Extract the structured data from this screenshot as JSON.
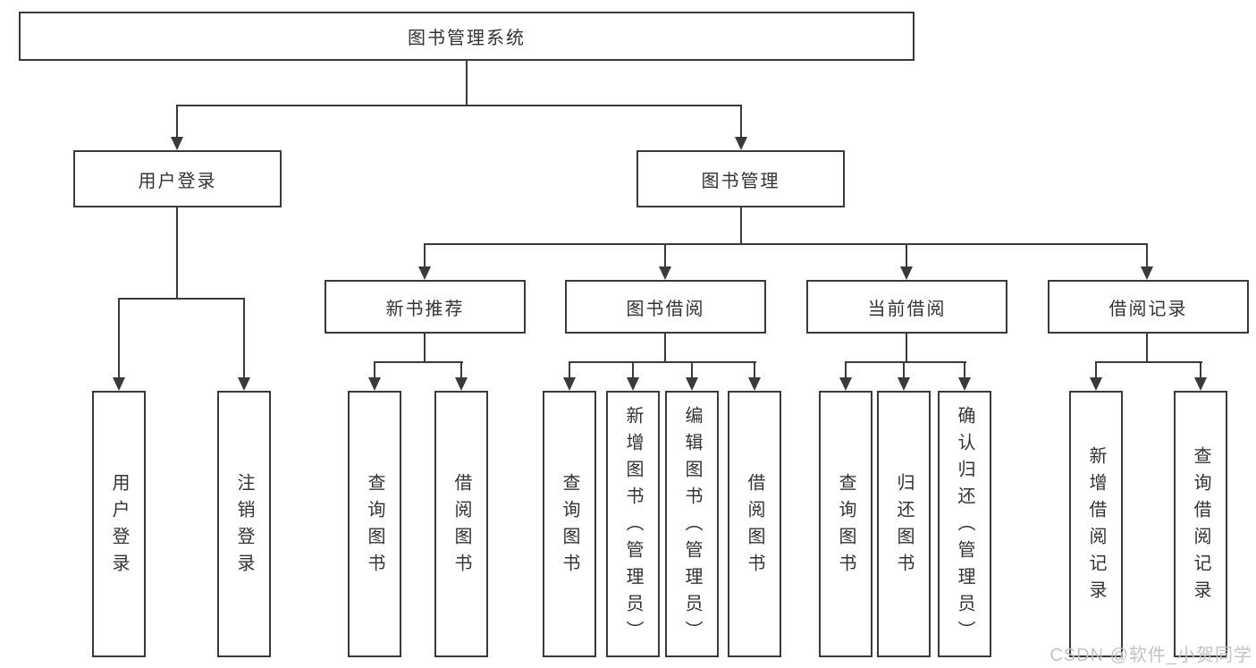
{
  "tree": {
    "label": "图书管理系统",
    "children": [
      {
        "label": "用户登录",
        "children": [
          {
            "label": "用户登录"
          },
          {
            "label": "注销登录"
          }
        ]
      },
      {
        "label": "图书管理",
        "children": [
          {
            "label": "新书推荐",
            "children": [
              {
                "label": "查询图书"
              },
              {
                "label": "借阅图书"
              }
            ]
          },
          {
            "label": "图书借阅",
            "children": [
              {
                "label": "查询图书"
              },
              {
                "label": "新增图书（管理员）"
              },
              {
                "label": "编辑图书（管理员）"
              },
              {
                "label": "借阅图书"
              }
            ]
          },
          {
            "label": "当前借阅",
            "children": [
              {
                "label": "查询图书"
              },
              {
                "label": "归还图书"
              },
              {
                "label": "确认归还（管理员）"
              }
            ]
          },
          {
            "label": "借阅记录",
            "children": [
              {
                "label": "新增借阅记录"
              },
              {
                "label": "查询借阅记录"
              }
            ]
          }
        ]
      }
    ]
  },
  "watermark": {
    "text": "CSDN @软件_小贺同学"
  },
  "colors": {
    "line": "#3a3a3a",
    "text": "#333333",
    "watermark": "#c0c0c0",
    "background": "#ffffff"
  }
}
